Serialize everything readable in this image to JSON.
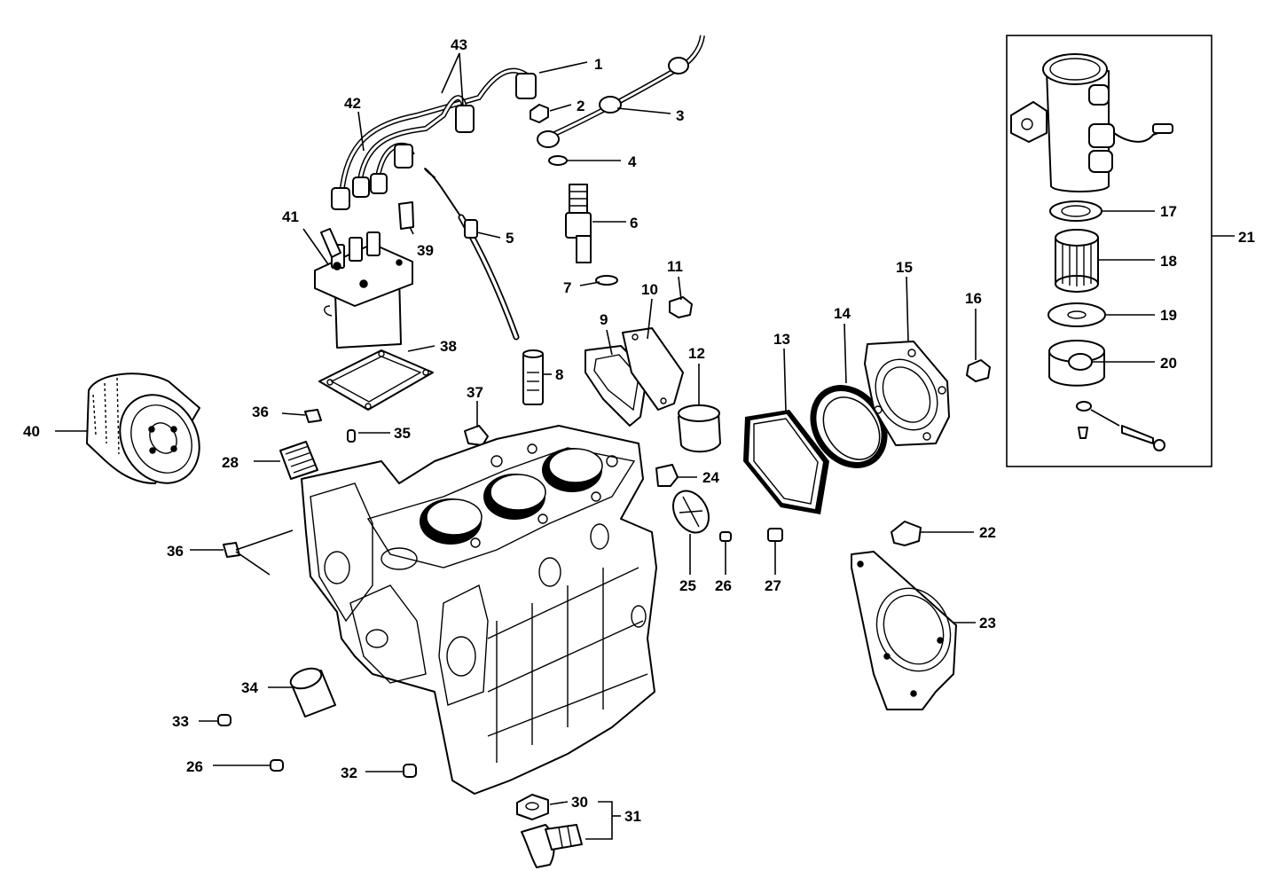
{
  "callouts": {
    "c1": "1",
    "c2": "2",
    "c3": "3",
    "c4": "4",
    "c5": "5",
    "c6": "6",
    "c7": "7",
    "c8": "8",
    "c9": "9",
    "c10": "10",
    "c11": "11",
    "c12": "12",
    "c13": "13",
    "c14": "14",
    "c15": "15",
    "c16": "16",
    "c17": "17",
    "c18": "18",
    "c19": "19",
    "c20": "20",
    "c21": "21",
    "c22": "22",
    "c23": "23",
    "c24": "24",
    "c25": "25",
    "c26a": "26",
    "c26b": "26",
    "c27": "27",
    "c28": "28",
    "c30": "30",
    "c31": "31",
    "c32": "32",
    "c33": "33",
    "c34": "34",
    "c35": "35",
    "c36a": "36",
    "c36b": "36",
    "c37": "37",
    "c38": "38",
    "c39": "39",
    "c40": "40",
    "c41": "41",
    "c42": "42",
    "c43": "43"
  }
}
